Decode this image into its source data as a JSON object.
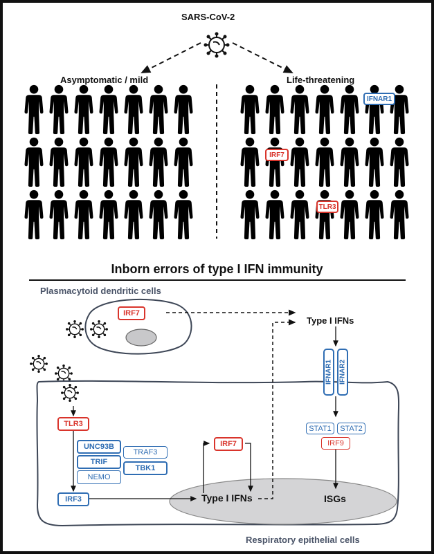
{
  "top_panel": {
    "virus_label": "SARS-CoV-2",
    "left_group_label": "Asymptomatic / mild",
    "right_group_label": "Life-threatening",
    "people_per_group": {
      "rows": 3,
      "columns": 7
    },
    "mutation_tags": [
      {
        "label": "IFNAR1",
        "color": "blue",
        "row": 1,
        "column": 6
      },
      {
        "label": "IRF7",
        "color": "red",
        "row": 2,
        "column": 2
      },
      {
        "label": "TLR3",
        "color": "red",
        "row": 3,
        "column": 4
      }
    ]
  },
  "section_title": "Inborn errors of type I IFN immunity",
  "pdc": {
    "label": "Plasmacytoid dendritic cells",
    "irf7": "IRF7"
  },
  "extracellular": {
    "type1_ifns": "Type I IFNs",
    "ifnar1": "IFNAR1",
    "ifnar2": "IFNAR2"
  },
  "epithelial": {
    "label": "Respiratory epithelial cells",
    "tlr3": "TLR3",
    "unc93b": "UNC93B",
    "trif": "TRIF",
    "nemo": "NEMO",
    "traf3": "TRAF3",
    "tbk1": "TBK1",
    "irf3": "IRF3",
    "irf7": "IRF7",
    "type1_ifns": "Type I IFNs",
    "stat1": "STAT1",
    "stat2": "STAT2",
    "irf9": "IRF9",
    "isgs": "ISGs"
  },
  "colors": {
    "red": "#d9342b",
    "blue": "#2f6db3",
    "slate": "#4a5468",
    "nucleus_gray": "#d4d4d6"
  }
}
